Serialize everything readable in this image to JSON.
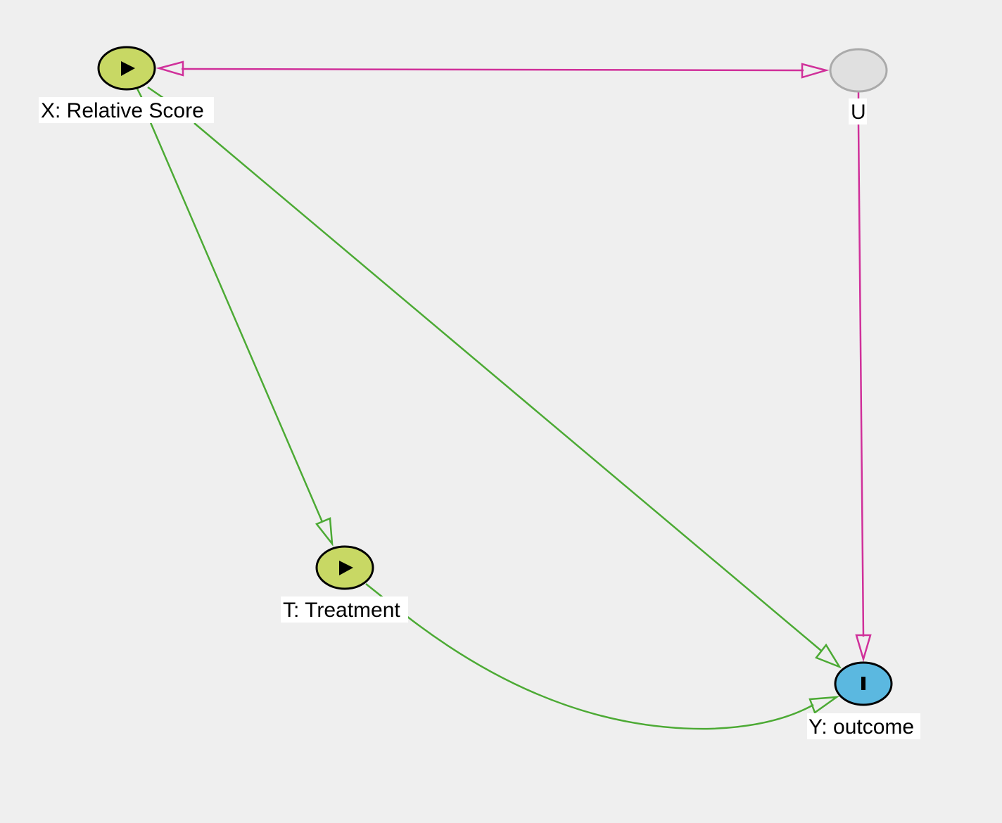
{
  "diagram": {
    "background": "#efefef",
    "colors": {
      "causal_edge": "#4caa34",
      "biasing_edge": "#d0309a",
      "exposure_node": "#c8d864",
      "outcome_node": "#5bb8e0",
      "latent_node": "#e0e0e0",
      "latent_stroke": "#aaaaaa"
    },
    "nodes": [
      {
        "id": "X",
        "label": "X: Relative Score",
        "role": "exposure",
        "icon": "play-triangle-icon"
      },
      {
        "id": "U",
        "label": "U",
        "role": "latent",
        "icon": ""
      },
      {
        "id": "T",
        "label": "T: Treatment",
        "role": "exposure",
        "icon": "play-triangle-icon"
      },
      {
        "id": "Y",
        "label": "Y: outcome",
        "role": "outcome",
        "icon": "bar-icon"
      }
    ],
    "edges": [
      {
        "from": "X",
        "to": "U",
        "kind": "bidirected",
        "color_role": "biasing"
      },
      {
        "from": "U",
        "to": "Y",
        "kind": "directed",
        "color_role": "biasing"
      },
      {
        "from": "X",
        "to": "T",
        "kind": "directed",
        "color_role": "causal"
      },
      {
        "from": "X",
        "to": "Y",
        "kind": "directed",
        "color_role": "causal"
      },
      {
        "from": "T",
        "to": "Y",
        "kind": "directed",
        "color_role": "causal"
      }
    ]
  }
}
